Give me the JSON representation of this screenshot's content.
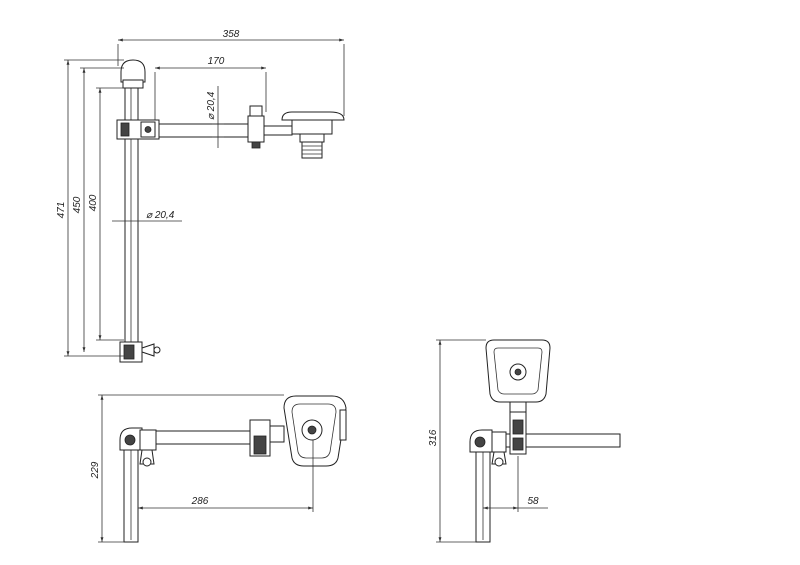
{
  "dimensions": {
    "overall_width": "358",
    "arm_length": "170",
    "arm_diameter": "20,4",
    "pole_diameter": "20,4",
    "height_471": "471",
    "height_450": "450",
    "height_400": "400",
    "depth_229": "229",
    "reach_286": "286",
    "height_316": "316",
    "offset_58": "58"
  },
  "symbols": {
    "diameter": "⌀"
  }
}
